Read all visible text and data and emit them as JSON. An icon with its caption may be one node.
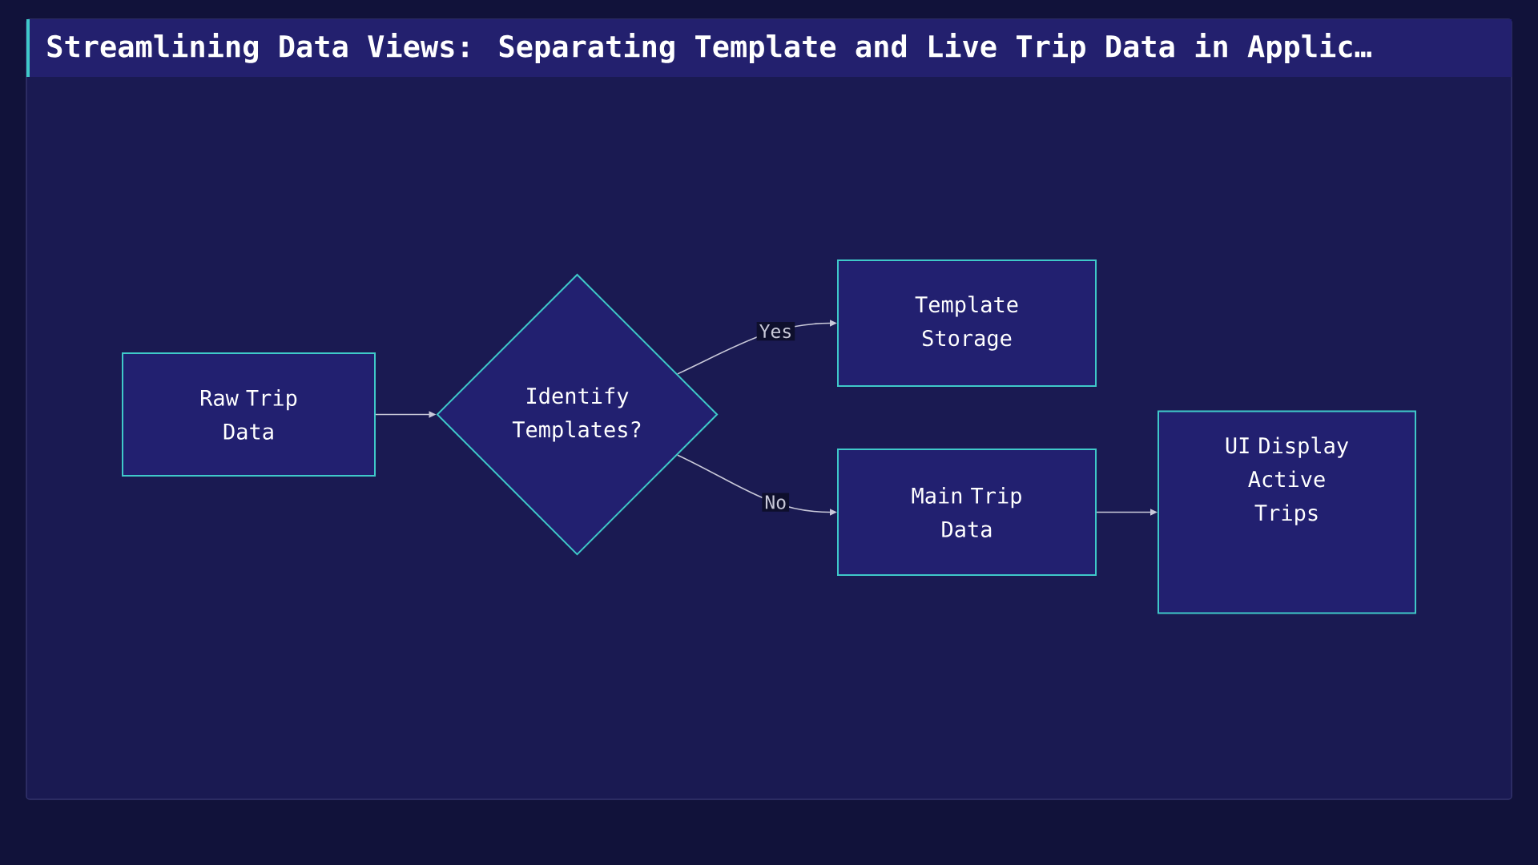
{
  "diagram": {
    "title": "Streamlining Data Views: Separating Template and Live Trip Data in Applic…",
    "nodes": [
      {
        "text": [
          "Raw Trip Data"
        ]
      },
      {
        "text": [
          "Identify Templates?"
        ]
      },
      {
        "text": [
          "Template Storage"
        ]
      },
      {
        "text": [
          "Main Trip Data"
        ]
      },
      {
        "text": [
          "UI Display Active Trips"
        ]
      }
    ],
    "edges": [
      {
        "from": 0,
        "to": 1,
        "arrow": "to"
      },
      {
        "from": 1,
        "to": 2,
        "arrow": "to",
        "label": "Yes"
      },
      {
        "from": 1,
        "to": 3,
        "arrow": "to",
        "label": "No"
      },
      {
        "from": 3,
        "to": 4,
        "arrow": "to"
      }
    ]
  }
}
